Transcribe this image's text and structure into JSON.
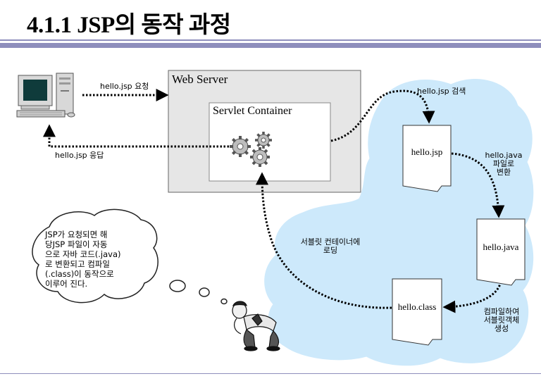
{
  "title": "4.1.1 JSP의 동작 과정",
  "diagram": {
    "web_server_label": "Web Server",
    "servlet_container_label": "Servlet Container",
    "request_label": "hello.jsp 요청",
    "response_label": "hello.jsp 응답",
    "search_label": "hello.jsp 검색",
    "convert_label_1": "hello.java",
    "convert_label_2": "파일로",
    "convert_label_3": "변환",
    "compile_label_1": "컴파일하여",
    "compile_label_2": "서블릿객체",
    "compile_label_3": "생성",
    "load_label_1": "서블릿 컨테이너에",
    "load_label_2": "로딩",
    "doc_jsp": "hello.jsp",
    "doc_java": "hello.java",
    "doc_class": "hello.class",
    "note_lines": [
      "JSP가 요청되면 해",
      "당JSP 파일이 자동",
      "으로 자바 코드(.java)",
      "로 변환되고 컴파일",
      "(.class)이 동작으로",
      "이루어 진다."
    ]
  },
  "icons": [
    "computer-icon",
    "gears-icon",
    "thinking-person-icon"
  ],
  "colors": {
    "rule": "#8e8ebc",
    "cloud": "#cde9fb",
    "server_box": "#e6e6e6"
  }
}
